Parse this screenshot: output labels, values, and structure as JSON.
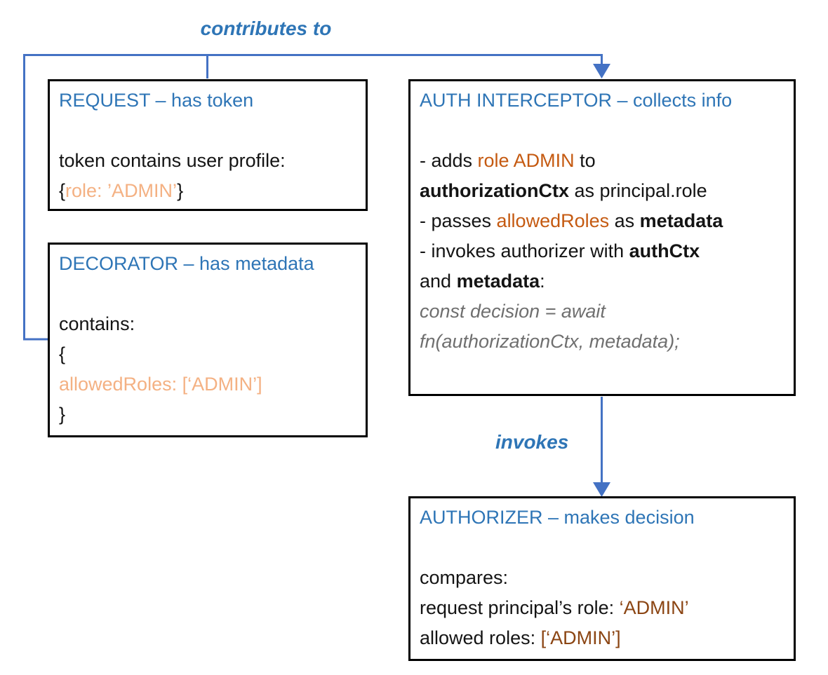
{
  "colors": {
    "title_blue": "#2E75B6",
    "connector_blue": "#4472C4",
    "light_orange": "#F4B183",
    "dark_orange": "#C55A11",
    "value_brown": "#8B4513",
    "code_gray": "#6F6F6F",
    "border_black": "#000000"
  },
  "labels": {
    "contributes_to": "contributes to",
    "invokes": "invokes"
  },
  "boxes": {
    "request": {
      "title": "REQUEST – has token",
      "line1": "token contains user profile:",
      "line2": {
        "open_brace": "{",
        "value": "role: ’ADMIN’",
        "close_brace": "}"
      }
    },
    "decorator": {
      "title": "DECORATOR – has metadata",
      "line1": "contains:",
      "line2": "{",
      "line3": "allowedRoles: [‘ADMIN’]",
      "line4": "}"
    },
    "interceptor": {
      "title": "AUTH INTERCEPTOR – collects info",
      "l1a": "- adds ",
      "l1b": "role ADMIN",
      "l1c": " to",
      "l2a": "authorizationCtx",
      "l2b": " as principal.role",
      "l3a": "- passes ",
      "l3b": "allowedRoles",
      "l3c": " as ",
      "l3d": "metadata",
      "l4a": "- invokes authorizer with ",
      "l4b": "authCtx",
      "l5a": "and ",
      "l5b": "metadata",
      "l5c": ":",
      "l6": "const decision = await",
      "l7": "fn(authorizationCtx, metadata);"
    },
    "authorizer": {
      "title": "AUTHORIZER – makes decision",
      "l1": "compares:",
      "l2a": "request principal’s role: ",
      "l2b": "‘ADMIN’",
      "l3a": "allowed roles: ",
      "l3b": "[‘ADMIN’]"
    }
  }
}
